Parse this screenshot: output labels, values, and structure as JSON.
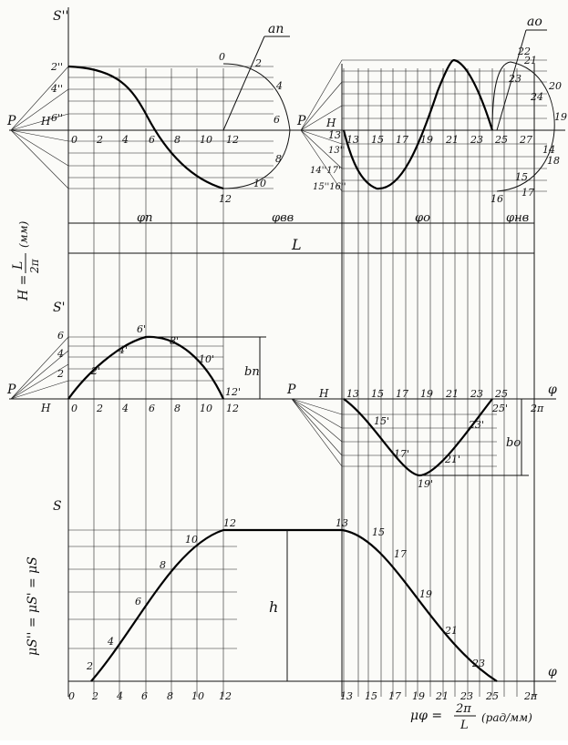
{
  "top": {
    "y_axis": "S''",
    "pole": "P",
    "pole_right": "P",
    "h_left": "H",
    "h_right": "H",
    "a_n": "an",
    "a_o": "ao",
    "left_y_ticks": [
      "2''",
      "4''",
      "6''"
    ],
    "x_ticks_left": [
      "0",
      "2",
      "4",
      "6",
      "8",
      "10",
      "12"
    ],
    "x_ticks_right": [
      "13",
      "15",
      "17",
      "19",
      "21",
      "23",
      "25",
      "27"
    ],
    "circle1_labels": [
      "0",
      "2",
      "4",
      "6",
      "8",
      "10",
      "12"
    ],
    "circle2_labels": [
      "13",
      "14",
      "15",
      "16",
      "17",
      "18",
      "19",
      "20",
      "21",
      "22",
      "23",
      "24"
    ],
    "right_y_ticks": [
      "13''",
      "14''17''",
      "15''16''"
    ],
    "phi_n": "φп",
    "phi_bv": "φвв",
    "phi_o": "φо",
    "phi_nv": "φнв",
    "L": "L"
  },
  "scale": {
    "H_lhs": "H =",
    "L": "L",
    "two_pi": "2π",
    "unit": "(мм)"
  },
  "middle": {
    "y_axis": "S'",
    "x_axis": "φ",
    "pole": "P",
    "h_left": "H",
    "pole_right": "P",
    "h_right": "H",
    "y_ticks": [
      "6",
      "4",
      "2"
    ],
    "x_ticks_left": [
      "0",
      "2",
      "4",
      "6",
      "8",
      "10",
      "12"
    ],
    "x_ticks_right": [
      "13",
      "15",
      "17",
      "19",
      "21",
      "23",
      "25"
    ],
    "curve_labels_up": [
      "2'",
      "4'",
      "6'",
      "8'",
      "10'",
      "12'"
    ],
    "curve_labels_down": [
      "15'",
      "17'",
      "19'",
      "21'",
      "23'",
      "25'"
    ],
    "b_n": "bп",
    "b_o": "bо",
    "two_pi": "2π"
  },
  "bottom": {
    "y_axis": "S",
    "x_axis": "φ",
    "h": "h",
    "x_ticks": [
      "0",
      "2",
      "4",
      "6",
      "8",
      "10",
      "12",
      "13",
      "15",
      "17",
      "19",
      "21",
      "23",
      "25",
      "2π"
    ],
    "curve_labels": [
      "2",
      "4",
      "6",
      "8",
      "10",
      "12",
      "13",
      "15",
      "17",
      "19",
      "21",
      "23"
    ],
    "scale_left": "μS'' = μS' = μS",
    "scale_bottom_num": "2π",
    "scale_bottom_lhs": "μφ =",
    "scale_bottom_den": "L",
    "scale_bottom_unit": "(рад/мм)"
  }
}
